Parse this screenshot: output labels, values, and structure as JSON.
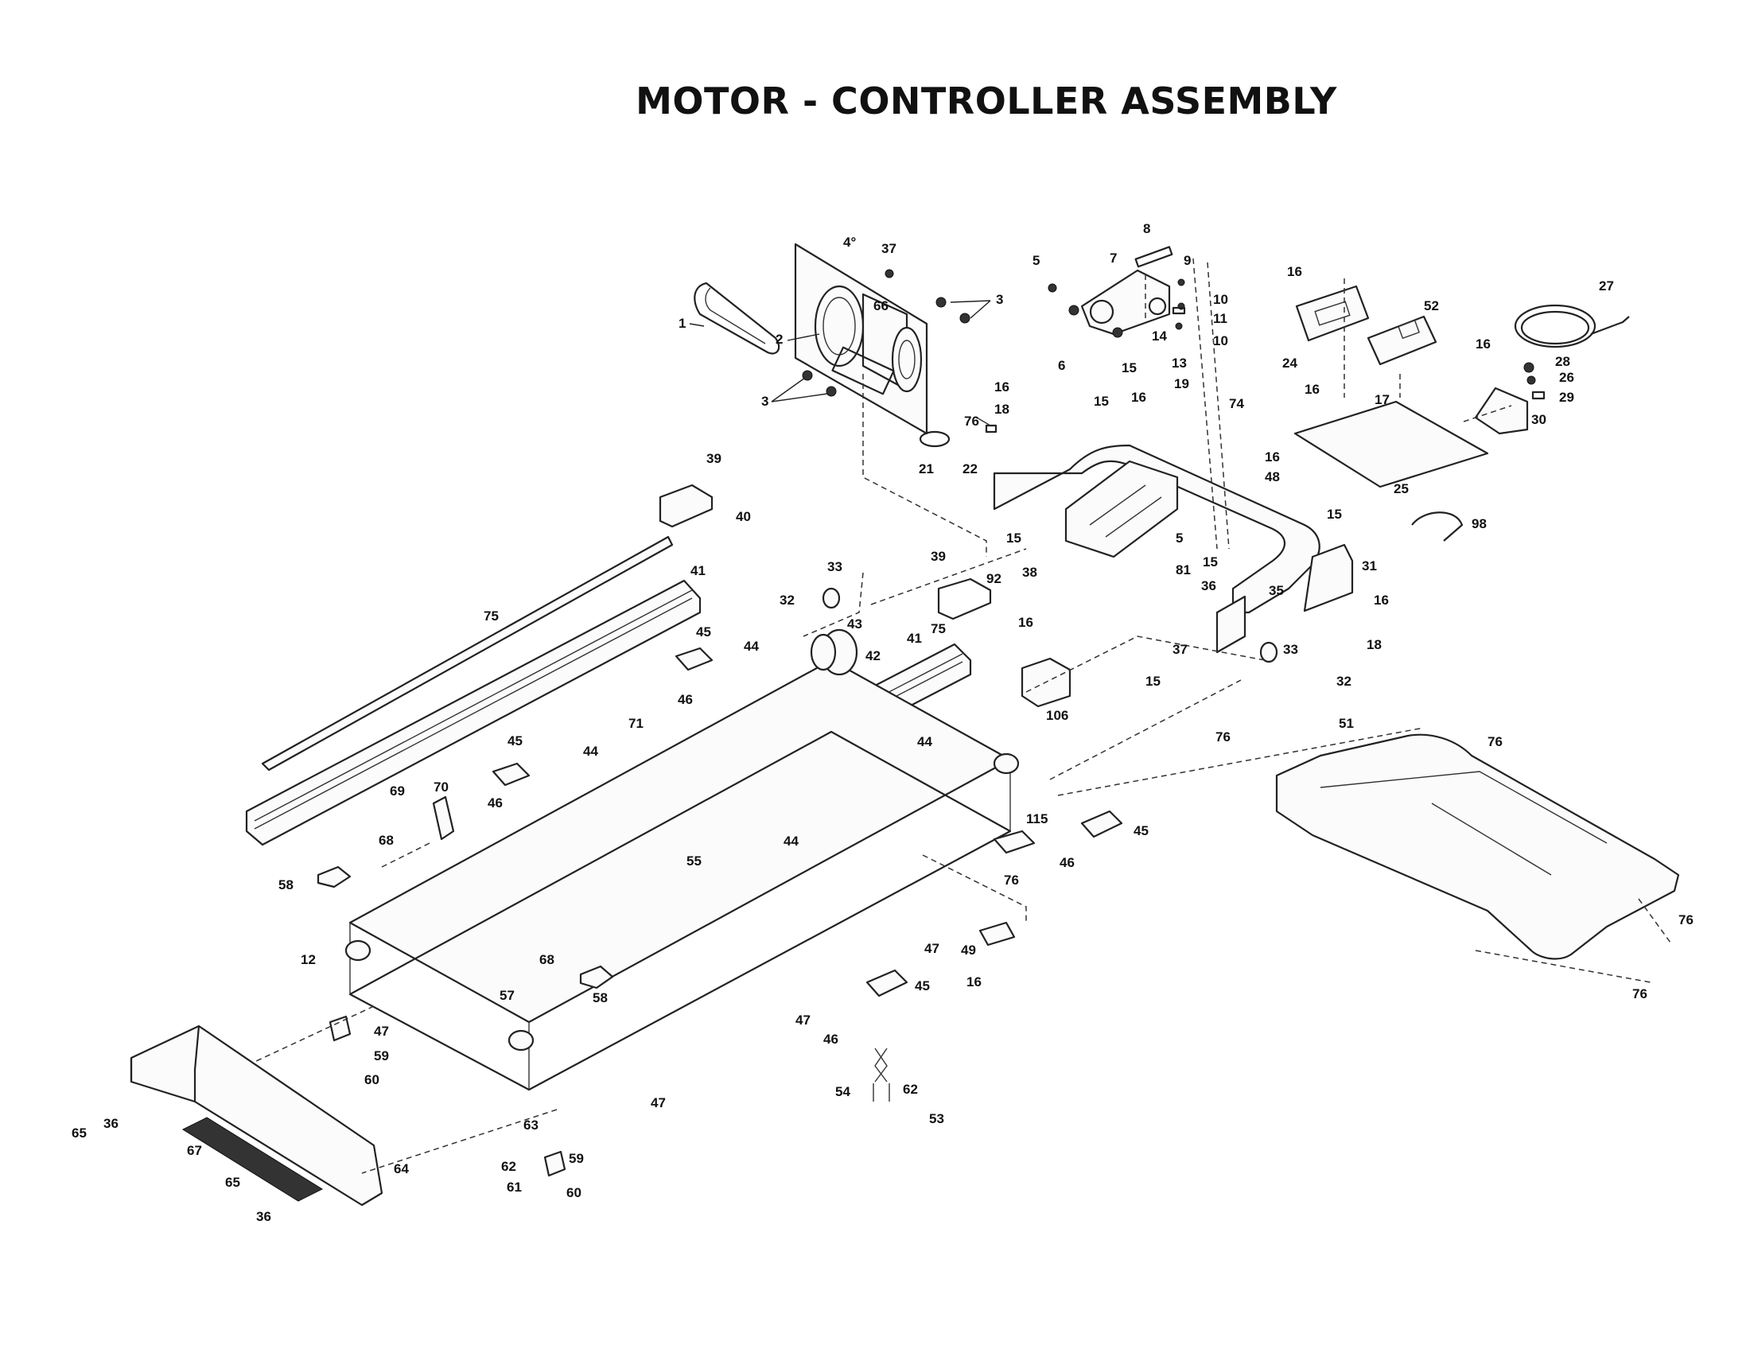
{
  "title": "MOTOR - CONTROLLER ASSEMBLY",
  "parts": {
    "belt": "1",
    "motor_pulley": "2",
    "motor_nut": "3",
    "motor_plate": "4°",
    "bolt_5": "5",
    "washer_6": "6",
    "incline_motor": "7",
    "bracket_8": "8",
    "screw_9": "9",
    "bushing_10": "10",
    "pin_11": "11",
    "clip_12": "12",
    "screw_13": "13",
    "washer_14": "14",
    "nut_15": "15",
    "screw_16": "16",
    "screw_17": "17",
    "bumper_18": "18",
    "bracket_19": "19",
    "magnet_21": "21",
    "sensor_22": "22",
    "controller_24": "24",
    "base_plate_25": "25",
    "breaker_26": "26",
    "power_cord_27": "27",
    "receptacle_28": "28",
    "switch_29": "29",
    "bracket_30": "30",
    "frame_31": "31",
    "bolt_32": "32",
    "roller_33": "33",
    "bolt_35": "35",
    "washer_36": "36",
    "nut_37": "37",
    "bolt_38": "38",
    "screw_39": "39",
    "cover_40": "40",
    "rail_41": "41",
    "pulley_42": "42",
    "screw_43": "43",
    "screw_44": "44",
    "foot_45": "45",
    "screw_46": "46",
    "screw_47": "47",
    "filter_48": "48",
    "bracket_49": "49",
    "hood_51": "51",
    "board_52": "52",
    "clip_53": "53",
    "tie_54": "54",
    "platform_55": "55",
    "roller_57": "57",
    "cap_58": "58",
    "leveler_59": "59",
    "screw_60": "60",
    "clip_61": "61",
    "screw_62": "62",
    "belt_63": "63",
    "end_cap_64": "64",
    "bolt_65": "65",
    "motor_66": "66",
    "strip_67": "67",
    "screw_68": "68",
    "screw_69": "69",
    "guard_70": "70",
    "deck_71": "71",
    "bolt_74": "74",
    "trim_75": "75",
    "screw_76": "76",
    "bolt_81": "81",
    "cover_92": "92",
    "wire_98": "98",
    "choke_106": "106",
    "bracket_115": "115"
  }
}
